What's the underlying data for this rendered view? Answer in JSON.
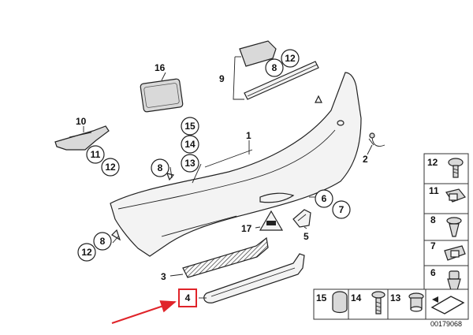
{
  "callouts": {
    "c1": "1",
    "c2": "2",
    "c3": "3",
    "c4": "4",
    "c5": "5",
    "c6": "6",
    "c7": "7",
    "c8": "8",
    "c9": "9",
    "c10": "10",
    "c11": "11",
    "c12": "12",
    "c13": "13",
    "c14": "14",
    "c15": "15",
    "c16": "16",
    "c17": "17"
  },
  "legend": {
    "right_column": [
      "12",
      "11",
      "8",
      "7",
      "6"
    ],
    "bottom_row": [
      "15",
      "14",
      "13"
    ]
  },
  "reference_number": "00179068",
  "highlight_color": "#e0242a"
}
